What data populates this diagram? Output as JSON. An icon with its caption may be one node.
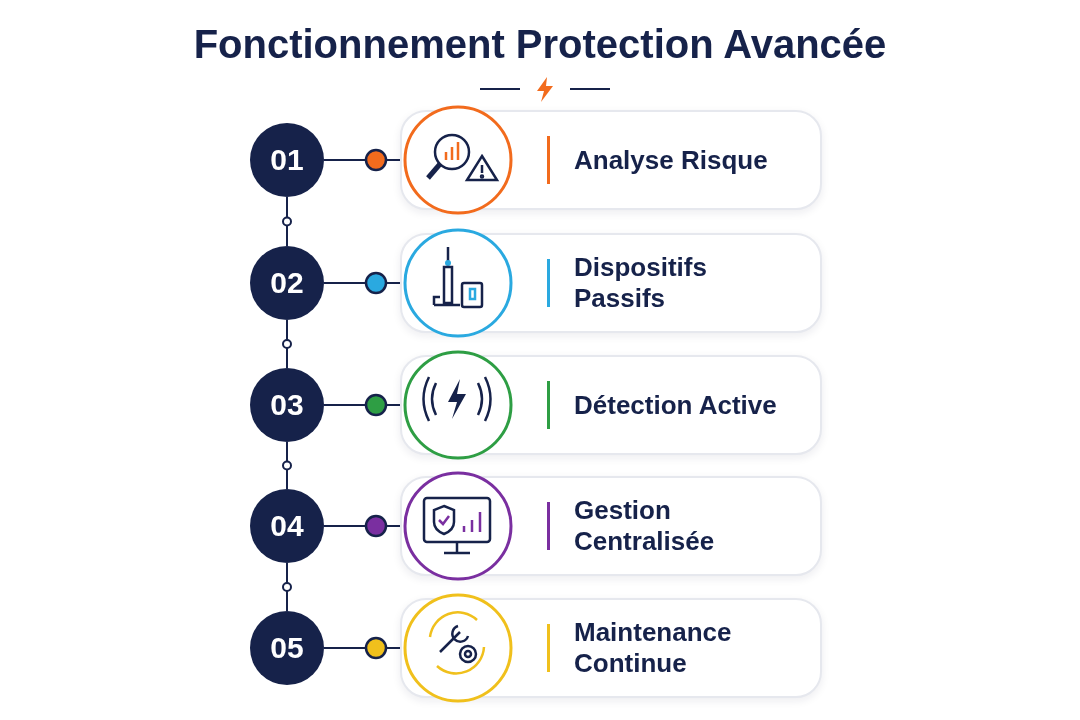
{
  "diagram": {
    "title": "Fonctionnement Protection Avancée",
    "nodes": [
      {
        "text": [
          "01"
        ]
      },
      {
        "text": [
          "Analyse Risque"
        ]
      },
      {
        "text": [
          "02"
        ]
      },
      {
        "text": [
          "Dispositifs Passifs"
        ]
      },
      {
        "text": [
          "03"
        ]
      },
      {
        "text": [
          "Détection Active"
        ]
      },
      {
        "text": [
          "04"
        ]
      },
      {
        "text": [
          "Gestion Centralisée"
        ]
      },
      {
        "text": [
          "05"
        ]
      },
      {
        "text": [
          "Maintenance Continue"
        ]
      }
    ],
    "edges": [
      {
        "from": 0,
        "to": 1,
        "arrow": "other"
      },
      {
        "from": 0,
        "to": 2,
        "arrow": "none"
      },
      {
        "from": 2,
        "to": 3,
        "arrow": "other"
      },
      {
        "from": 2,
        "to": 4,
        "arrow": "none"
      },
      {
        "from": 4,
        "to": 5,
        "arrow": "other"
      },
      {
        "from": 4,
        "to": 6,
        "arrow": "none"
      },
      {
        "from": 6,
        "to": 7,
        "arrow": "other"
      },
      {
        "from": 6,
        "to": 8,
        "arrow": "none"
      },
      {
        "from": 8,
        "to": 9,
        "arrow": "other"
      }
    ]
  }
}
